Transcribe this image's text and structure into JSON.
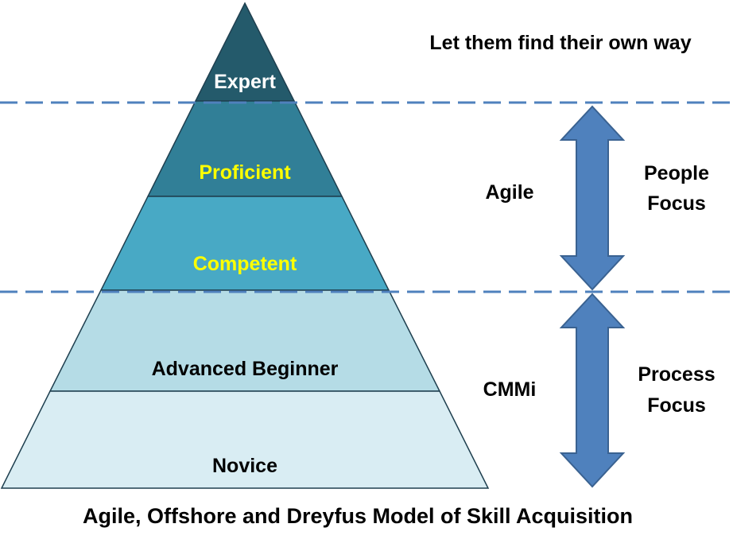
{
  "pyramid": {
    "levels": [
      {
        "label": "Expert",
        "fill": "#245a6b",
        "text_color": "#ffffff"
      },
      {
        "label": "Proficient",
        "fill": "#317f97",
        "text_color": "#ffff00"
      },
      {
        "label": "Competent",
        "fill": "#48a9c5",
        "text_color": "#ffff00"
      },
      {
        "label": "Advanced Beginner",
        "fill": "#b5dce6",
        "text_color": "#000000"
      },
      {
        "label": "Novice",
        "fill": "#d9edf3",
        "text_color": "#000000"
      }
    ]
  },
  "annotations": {
    "top_note": "Let them find their own way",
    "agile": "Agile",
    "cmmi": "CMMi",
    "people_focus_line1": "People",
    "people_focus_line2": "Focus",
    "process_focus_line1": "Process",
    "process_focus_line2": "Focus"
  },
  "colors": {
    "arrow_fill": "#4f81bd",
    "arrow_stroke": "#3a6291",
    "divider": "#4f81bd",
    "level_border": "#1f3f4f"
  },
  "caption": "Agile, Offshore and Dreyfus Model of Skill Acquisition"
}
